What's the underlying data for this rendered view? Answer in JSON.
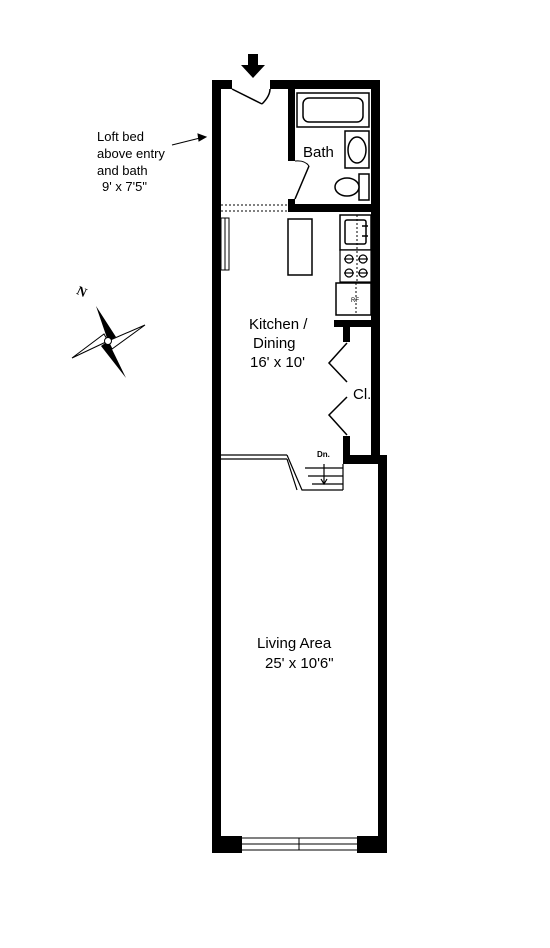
{
  "rooms": {
    "loft": {
      "lines": [
        "Loft bed",
        "above entry",
        "and bath",
        "9' x 7'5\""
      ]
    },
    "bath": {
      "name": "Bath"
    },
    "kitchen": {
      "name_line1": "Kitchen /",
      "name_line2": "Dining",
      "dims": "16' x 10'"
    },
    "closet": {
      "name": "Cl."
    },
    "living": {
      "name": "Living Area",
      "dims": "25' x 10'6\""
    }
  },
  "stairs": {
    "label": "Dn."
  },
  "compass": {
    "north": "N"
  },
  "colors": {
    "wall": "#000000",
    "background": "#ffffff",
    "fixture_fill": "#ffffff"
  },
  "icons": {
    "entry": "entry-arrow-icon",
    "compass": "compass-rose-icon",
    "loft_pointer": "pointer-arrow-icon"
  }
}
